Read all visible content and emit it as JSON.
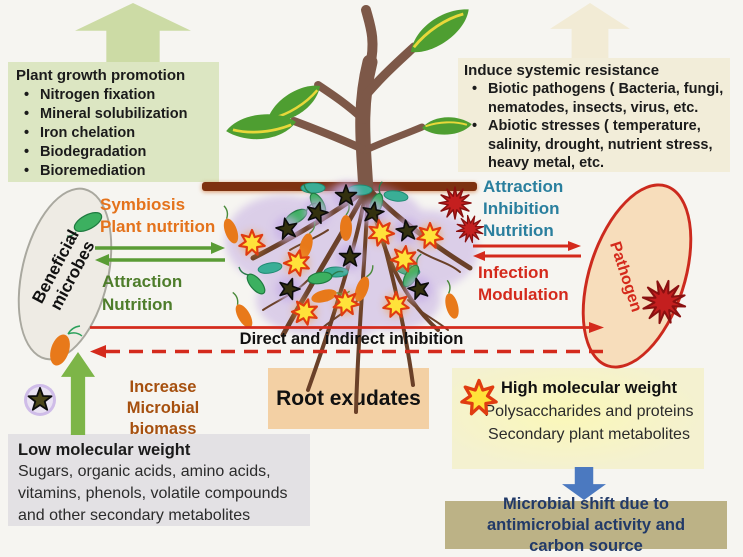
{
  "colors": {
    "bg": "#f6f5f1",
    "green-box": "#dce6c2",
    "green-big-arrow": "#ccdba5",
    "beige-box": "#f2edd9",
    "beige-arrow": "#f2ebd5",
    "gray-box": "#e3e1e4",
    "peach-box": "#f3d0a4",
    "yellow-box": "#f4f1d0",
    "olive-box": "#bcb286",
    "navy": "#223a68",
    "teal": "#2a7f9e",
    "orange": "#e4731c",
    "green": "#4e7d2b",
    "red": "#d42a1c",
    "brown": "#a6500f",
    "soil": "#7e3110",
    "blue-arrow": "#4b79c0",
    "microbes-fill": "#eeebe4",
    "microbes-stroke": "#a9a89f",
    "pathogen-fill": "#f7ddbb",
    "pathogen-stroke": "#cc2a1e",
    "small-green-arrow": "#7db548",
    "arrow-green": "#5a9c35"
  },
  "plant_growth_box": {
    "title": "Plant growth promotion",
    "items": [
      "Nitrogen fixation",
      "Mineral solubilization",
      "Iron chelation",
      "Biodegradation",
      "Bioremediation"
    ]
  },
  "resistance_box": {
    "title": "Induce systemic resistance",
    "items": [
      "Biotic pathogens ( Bacteria, fungi, nematodes, insects, virus, etc.",
      "Abiotic stresses ( temperature, salinity, drought, nutrient stress, heavy metal, etc."
    ]
  },
  "beneficial_microbes": {
    "label": "Beneficial\nmicrobes"
  },
  "pathogen": {
    "label": "Pathogen"
  },
  "microbe_plant_interactions": {
    "symbiosis": "Symbiosis",
    "plant_nutrition": "Plant nutrition",
    "attraction": "Attraction",
    "nutrition": "Nutrition"
  },
  "pathogen_interactions": {
    "attraction": "Attraction",
    "inhibition": "Inhibition",
    "nutrition": "Nutrition",
    "infection": "Infection",
    "modulation": "Modulation"
  },
  "inhibition_label": "Direct and indirect inhibition",
  "biomass_label": {
    "line1": "Increase",
    "line2": "Microbial biomass"
  },
  "root_exudates": {
    "label": "Root exudates"
  },
  "low_mw_box": {
    "title": "Low molecular weight",
    "body": "Sugars, organic acids, amino acids, vitamins, phenols, volatile compounds and other secondary metabolites"
  },
  "high_mw_box": {
    "title": "High molecular weight",
    "line1": "Polysaccharides and proteins",
    "line2": "Secondary plant metabolites"
  },
  "microbial_shift_box": {
    "text": "Microbial shift due to antimicrobial activity and carbon source"
  },
  "icons": {
    "low_mw_exudate": "black-star-icon",
    "high_mw_exudate": "yellow-star-icon",
    "pathogen_cell": "red-burst-icon",
    "beneficial_cells": [
      "green-rod-bacterium-icon",
      "orange-rod-bacterium-icon",
      "teal-disc-bacterium-icon"
    ]
  }
}
